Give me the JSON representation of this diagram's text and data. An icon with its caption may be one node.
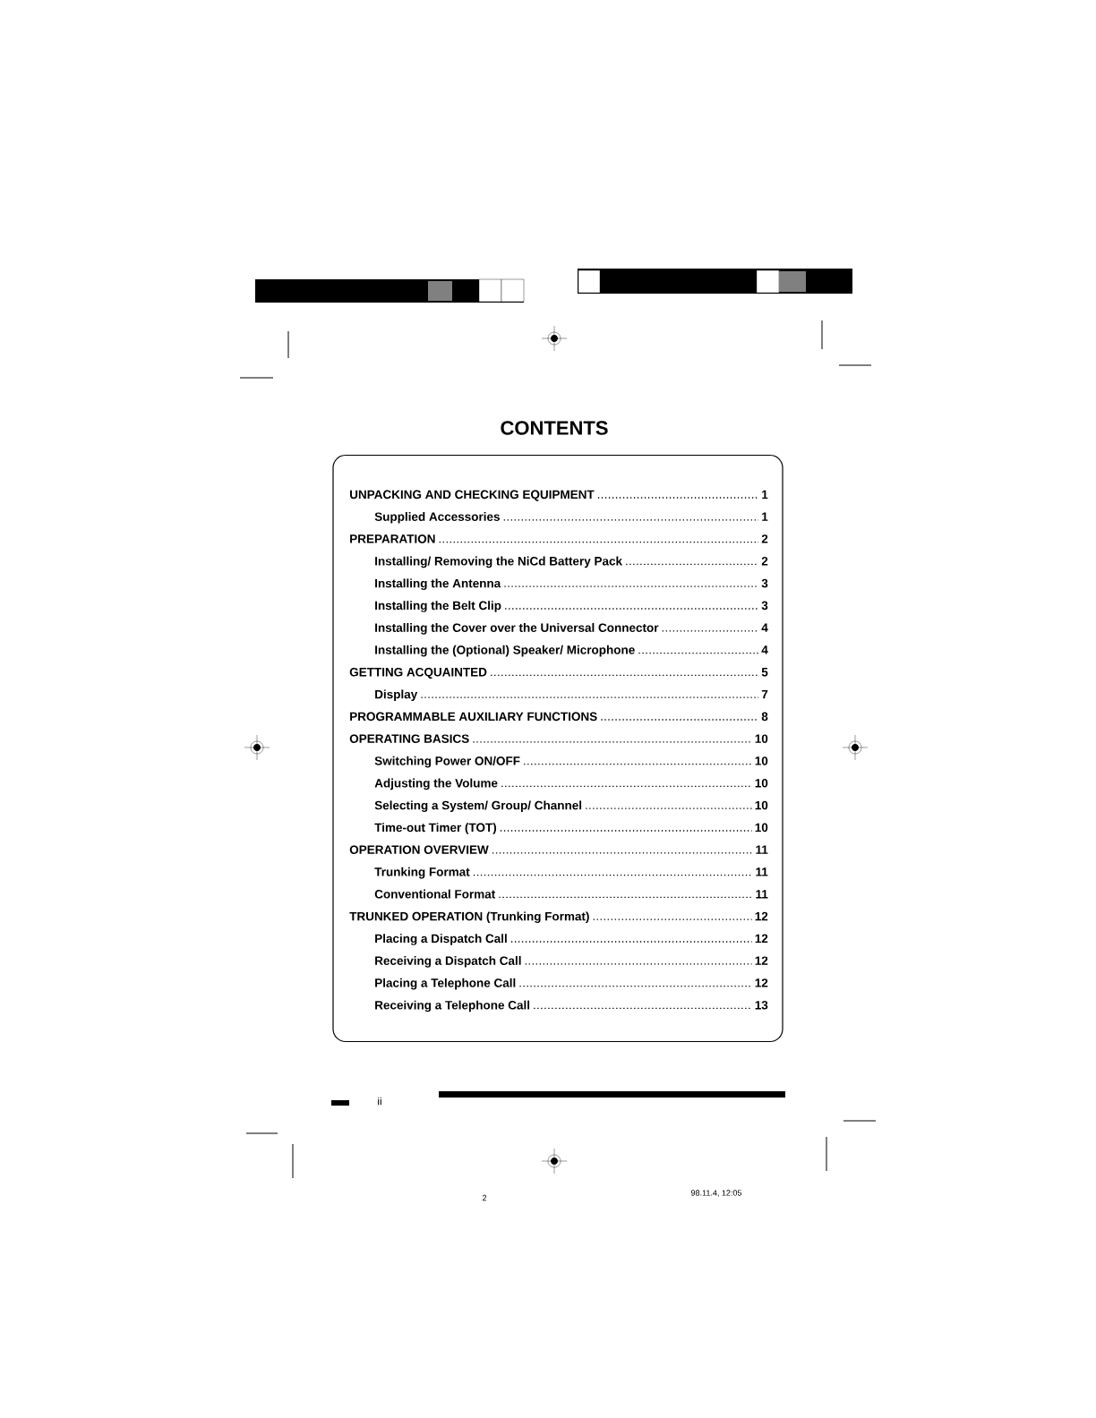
{
  "diagram": {
    "title": "CONTENTS",
    "nodes": [
      {
        "text": [
          "UNPACKING AND CHECKING EQUIPMENT",
          "1",
          "Supplied Accessories",
          "1",
          "PREPARATION",
          "2",
          "Installing/ Removing the NiCd Battery Pack",
          "2",
          "Installing the Antenna",
          "3",
          "Installing the Belt Clip",
          "3",
          "Installing the Cover over the Universal Connector",
          "4",
          "Installing the (Optional) Speaker/ Microphone",
          "4",
          "GETTING ACQUAINTED",
          "5",
          "Display",
          "7",
          "PROGRAMMABLE AUXILIARY FUNCTIONS",
          "8",
          "OPERATING BASICS",
          "10",
          "Switching Power ON/OFF",
          "10",
          "Adjusting the Volume",
          "10",
          "Selecting a System/ Group/ Channel",
          "10",
          "Time-out Timer (TOT)",
          "10",
          "OPERATION OVERVIEW",
          "11",
          "Trunking Format",
          "11",
          "Conventional Format",
          "11",
          "TRUNKED OPERATION (Trunking Format)",
          "12",
          "Placing a Dispatch Call",
          "12",
          "Receiving a Dispatch Call",
          "12",
          "Placing a Telephone Call",
          "12",
          "Receiving a Telephone Call",
          "13"
        ]
      }
    ],
    "edges": [],
    "labels": [
      "ii",
      "2",
      "98.11.4, 12:05"
    ]
  }
}
